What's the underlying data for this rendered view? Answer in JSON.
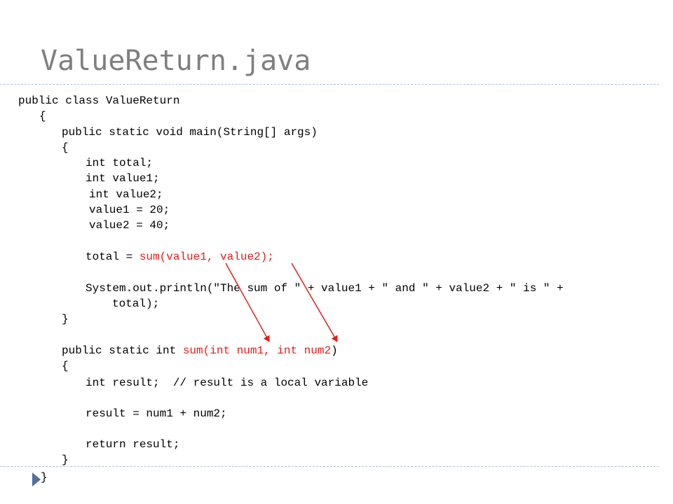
{
  "slide": {
    "title": "ValueReturn.java"
  },
  "code": {
    "l1": "public class ValueReturn",
    "l2": "{",
    "l3": "public static void main(String[] args)",
    "l4": "{",
    "l5": "int total;",
    "l6": "int value1;",
    "l7": "int value2;",
    "l8": "value1 = 20;",
    "l9": "value2 = 40;",
    "l10a": "total = ",
    "l10b": "sum(value1, value2);",
    "l11": "System.out.println(\"The sum of \" + value1 + \" and \" + value2 + \" is \" +",
    "l12": "total);",
    "l13": "}",
    "l14a": "public static int ",
    "l14b": "sum(int num1, int num2",
    "l14c": ")",
    "l15": "{",
    "l16": "int result;  // result is a local variable",
    "l17": "result = num1 + num2;",
    "l18": "return result;",
    "l19": "}",
    "l20": "}"
  },
  "colors": {
    "title": "#7f7f7f",
    "highlight": "#e0201a",
    "rule": "#a9bed6",
    "bullet": "#4f6f9f"
  }
}
